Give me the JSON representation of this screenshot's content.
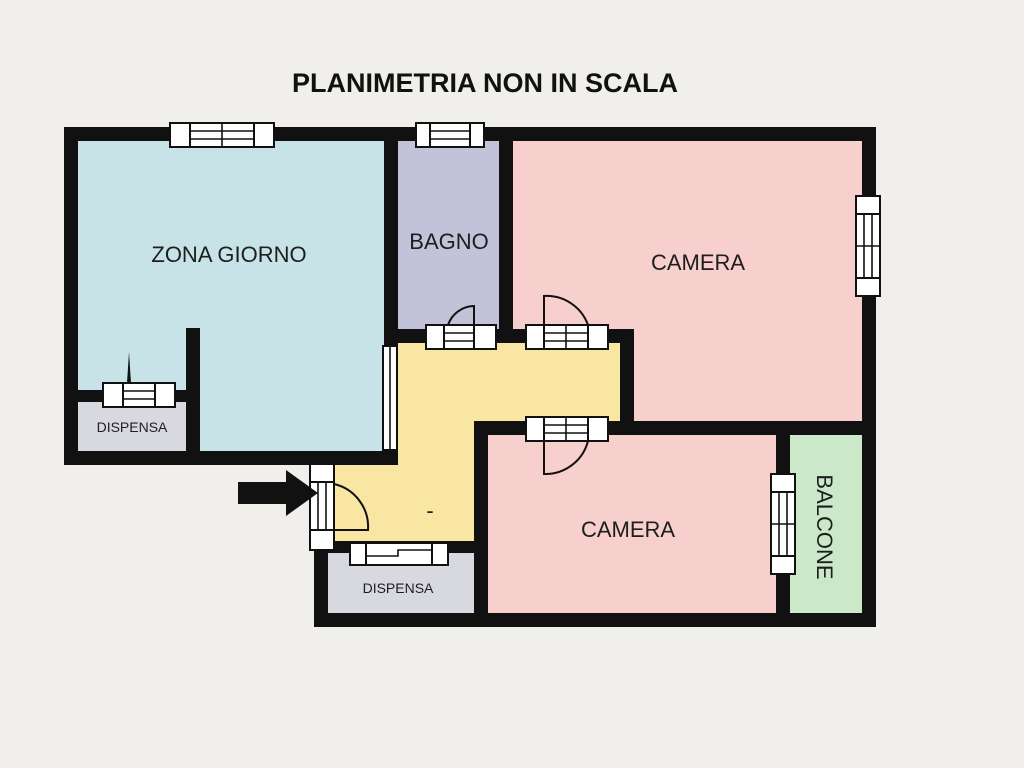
{
  "title": "PLANIMETRIA NON IN SCALA",
  "rooms": {
    "zona_giorno": {
      "label": "ZONA GIORNO",
      "color": "#c7e3e8"
    },
    "bagno": {
      "label": "BAGNO",
      "color": "#c2c2d9"
    },
    "camera_top": {
      "label": "CAMERA",
      "color": "#f7cfcc"
    },
    "corridor": {
      "label": "-",
      "color": "#f8e6a2"
    },
    "camera_bottom": {
      "label": "CAMERA",
      "color": "#f7cfcc"
    },
    "balcone": {
      "label": "BALCONE",
      "color": "#cbe9c8"
    },
    "dispensa_left": {
      "label": "DISPENSA",
      "color": "#d8d8e0"
    },
    "dispensa_bottom": {
      "label": "DISPENSA",
      "color": "#d8d8e0"
    }
  },
  "icons": {
    "entrance": "entrance-arrow-icon"
  }
}
